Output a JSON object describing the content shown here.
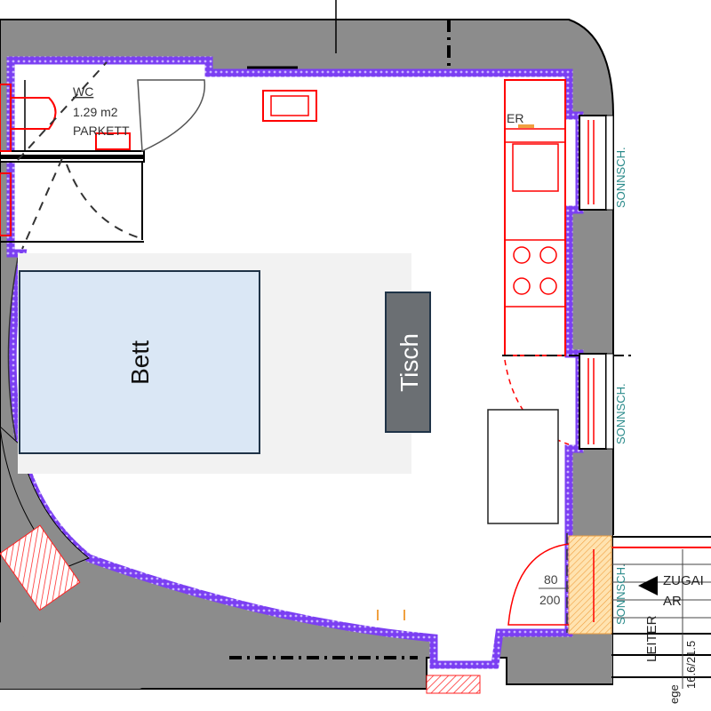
{
  "rooms": {
    "wc": {
      "name": "WC",
      "area": "1.29 m2",
      "floor": "PARKETT"
    },
    "kitchen_label": "ER"
  },
  "furniture": {
    "bed": "Bett",
    "table": "Tisch"
  },
  "windows": {
    "label_1": "SONNSCH.",
    "label_2": "SONNSCH.",
    "label_3": "SONNSCH."
  },
  "door": {
    "width": "80",
    "height": "200"
  },
  "stair": {
    "access_label_1": "ZUGAI",
    "access_label_2": "AR",
    "ladder_label": "LEITER",
    "dimension": "16.6/21.5",
    "partial_label": "ege"
  },
  "colors": {
    "wall": "#8c8c8c",
    "lining": "#7b3ff2",
    "fixture": "#ff0000",
    "bed_fill": "#dae7f5",
    "table_fill": "#6b6f73",
    "rug": "#f2f2f2",
    "teal_label": "#2a8a8a"
  }
}
